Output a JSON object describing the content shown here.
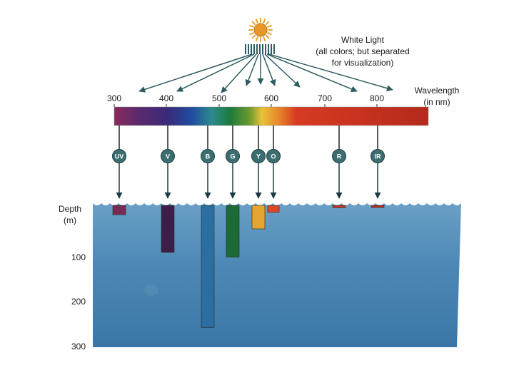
{
  "title": {
    "line1": "White Light",
    "line2": "(all colors; but separated",
    "line3": "for visualization)"
  },
  "wavelength_label": {
    "line1": "Wavelength",
    "line2": "(in nm)"
  },
  "wavelength_ticks": [
    "300",
    "400",
    "500",
    "600",
    "700",
    "800"
  ],
  "depth_label": {
    "line1": "Depth",
    "line2": "(m)"
  },
  "depth_ticks": [
    "100",
    "200",
    "300"
  ],
  "colors": {
    "water_top": "#5c94bc",
    "water_bottom": "#3d7aa8",
    "arrow": "#3f6f72",
    "circle": "#3b6e70",
    "sun": "#e8a030"
  },
  "bands": [
    {
      "code": "UV",
      "name": "ultraviolet",
      "wavelength": 320,
      "depth_m": 20,
      "color": "#7a2b55"
    },
    {
      "code": "V",
      "name": "violet",
      "wavelength": 400,
      "depth_m": 100,
      "color": "#3c1f48"
    },
    {
      "code": "B",
      "name": "blue",
      "wavelength": 475,
      "depth_m": 260,
      "color": "#2a6fa0"
    },
    {
      "code": "G",
      "name": "green",
      "wavelength": 530,
      "depth_m": 110,
      "color": "#1c6a35"
    },
    {
      "code": "Y",
      "name": "yellow",
      "wavelength": 575,
      "depth_m": 50,
      "color": "#e4a431"
    },
    {
      "code": "O",
      "name": "orange",
      "wavelength": 600,
      "depth_m": 15,
      "color": "#d9492a"
    },
    {
      "code": "R",
      "name": "red",
      "wavelength": 720,
      "depth_m": 5,
      "color": "#c8321f"
    },
    {
      "code": "IR",
      "name": "infrared",
      "wavelength": 800,
      "depth_m": 2,
      "color": "#b72a1c"
    }
  ]
}
